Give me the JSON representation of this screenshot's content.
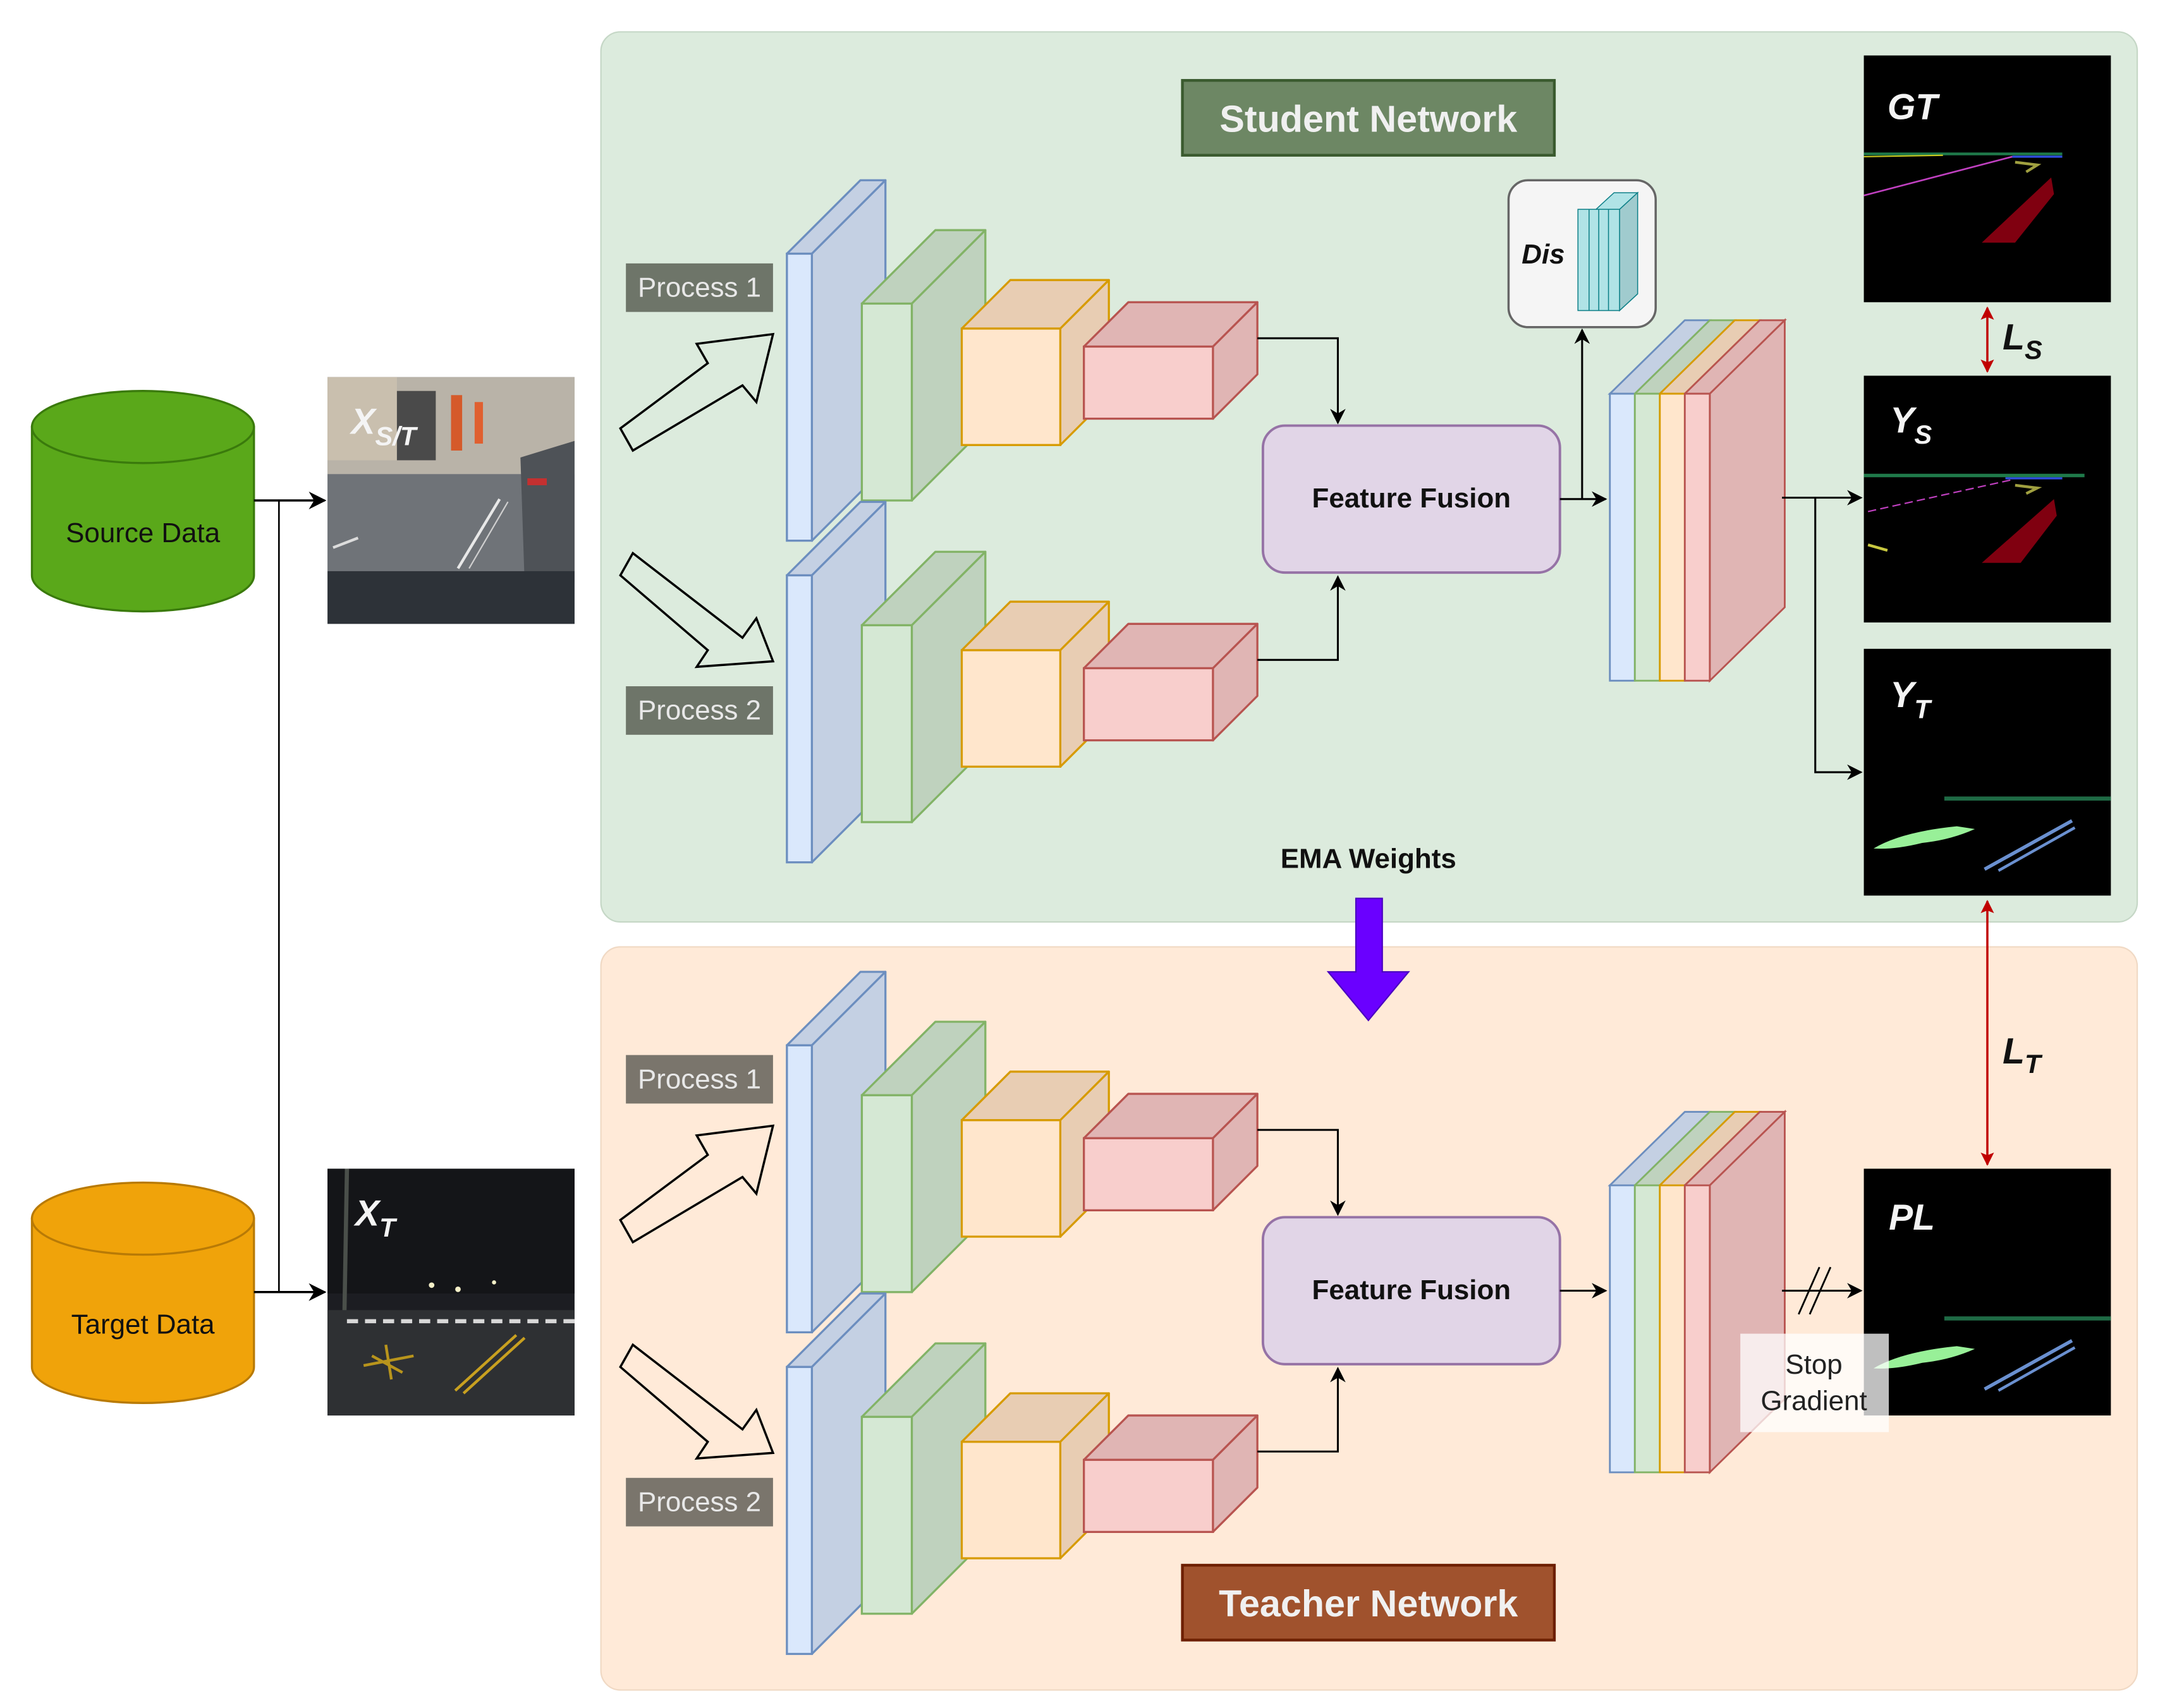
{
  "inputs": {
    "source": {
      "label": "Source Data",
      "color": "#5aa81a",
      "stroke": "#3a7a0c"
    },
    "target": {
      "label": "Target Data",
      "color": "#f0a30a",
      "stroke": "#b87a06"
    },
    "source_image_label": {
      "main": "X",
      "sub": "S/T"
    },
    "target_image_label": {
      "main": "X",
      "sub": "T"
    }
  },
  "student": {
    "title": "Student Network",
    "panel_color": "#dcebdd",
    "title_bg": "#6d8764",
    "title_border": "#3a5a2e",
    "process_labels": [
      "Process 1",
      "Process 2"
    ],
    "fusion_label": "Feature Fusion",
    "discriminator_label": "Dis"
  },
  "teacher": {
    "title": "Teacher Network",
    "panel_color": "#ffead8",
    "title_bg": "#a0522d",
    "title_border": "#6d1f00",
    "process_labels": [
      "Process 1",
      "Process 2"
    ],
    "fusion_label": "Feature Fusion"
  },
  "ema": {
    "label": "EMA Weights",
    "color": "#6a00ff"
  },
  "outputs": {
    "gt": {
      "main": "GT",
      "sub": ""
    },
    "ys": {
      "main": "Y",
      "sub": "S"
    },
    "yt": {
      "main": "Y",
      "sub": "T"
    },
    "pl": {
      "main": "PL",
      "sub": ""
    }
  },
  "losses": {
    "ls": {
      "main": "L",
      "sub": "S"
    },
    "lt": {
      "main": "L",
      "sub": "T"
    },
    "color": "#c00000"
  },
  "stop_gradient": {
    "line1": "Stop",
    "line2": "Gradient"
  },
  "layer_colors": {
    "blue": {
      "front": "#dae8fc",
      "side": "#c4d0e3",
      "stroke": "#6c8ebf"
    },
    "green": {
      "front": "#d5e8d4",
      "side": "#bfd2be",
      "stroke": "#82b366"
    },
    "orange": {
      "front": "#ffe6cc",
      "side": "#e8cdb3",
      "stroke": "#d79b00"
    },
    "red": {
      "front": "#f8cecc",
      "side": "#e0b5b4",
      "stroke": "#b85450"
    },
    "fusion": {
      "fill": "#e1d5e7",
      "stroke": "#9673a6"
    },
    "dis": {
      "fill": "#b0e3e6",
      "side": "#a0cbce",
      "stroke": "#0e8088"
    }
  }
}
